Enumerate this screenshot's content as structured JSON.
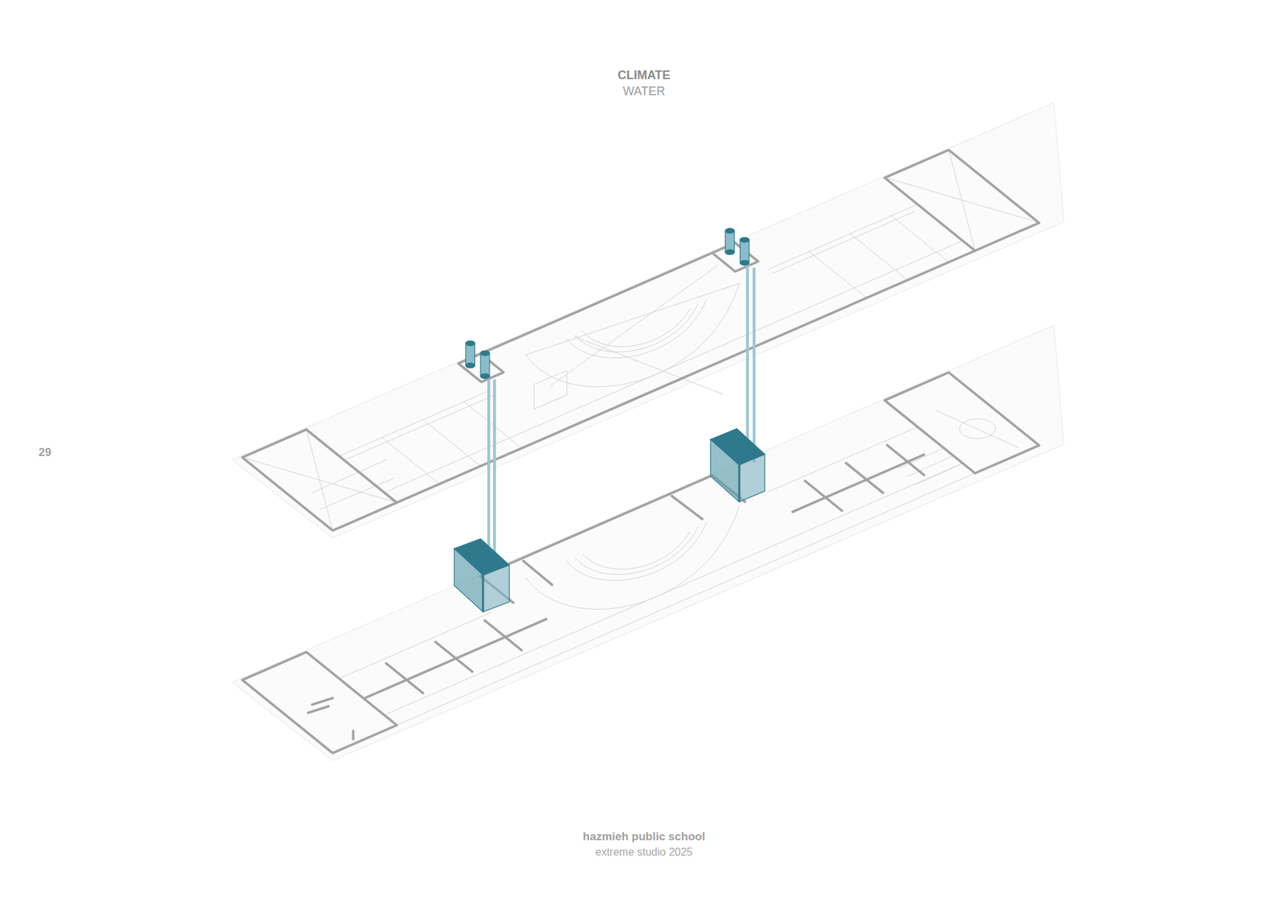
{
  "diagram": {
    "title": "CLIMATE",
    "labels": [
      "WATER",
      "29",
      "hazmieh public school",
      "extreme studio 2025"
    ]
  }
}
